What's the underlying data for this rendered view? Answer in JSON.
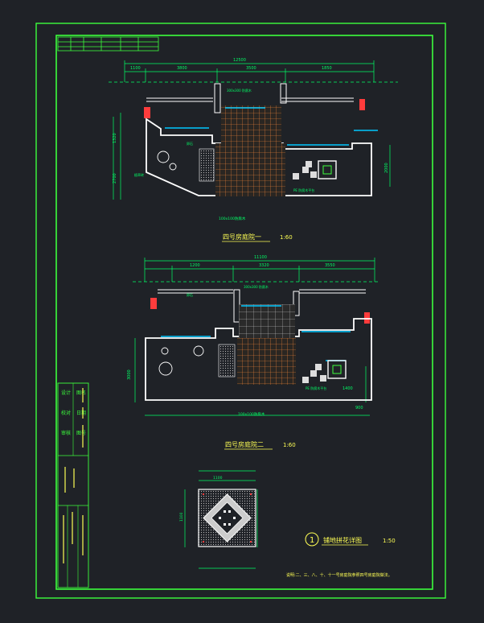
{
  "drawing": {
    "plan1": {
      "title": "四号房庭院一",
      "scale": "1:60",
      "overall_dim": "12500",
      "sub_dims": [
        "1100",
        "3800",
        "3500",
        "1850"
      ],
      "side_dims": [
        "1320",
        "2700",
        "2000"
      ],
      "paving_note": "100x100防腐木"
    },
    "plan2": {
      "title": "四号房庭院二",
      "scale": "1:60",
      "overall_dim": "11100",
      "sub_dims": [
        "1200",
        "3320",
        "3550"
      ],
      "side_dims": [
        "3000",
        "1400"
      ],
      "paving_note": "100x100防腐木",
      "corner_dim": "900"
    },
    "detail": {
      "number": "1",
      "title": "铺地拼花详图",
      "scale": "1:50",
      "dim_top": "1100",
      "dim_side": "1100"
    },
    "footer_note": "说明:二、三、八、十、十一号房庭院参照四号房庭院做法。",
    "title_block": [
      "设计",
      "校对",
      "审核",
      "图名",
      "日期",
      "图号"
    ]
  },
  "colors": {
    "background": "#1f2227",
    "frame": "#3cff3c",
    "walls": "#ffffff",
    "paving": "#ff8c3c",
    "dims": "#00ff66",
    "water": "#00c8ff",
    "text_yellow": "#ffff55",
    "accent_red": "#ff3c3c"
  }
}
